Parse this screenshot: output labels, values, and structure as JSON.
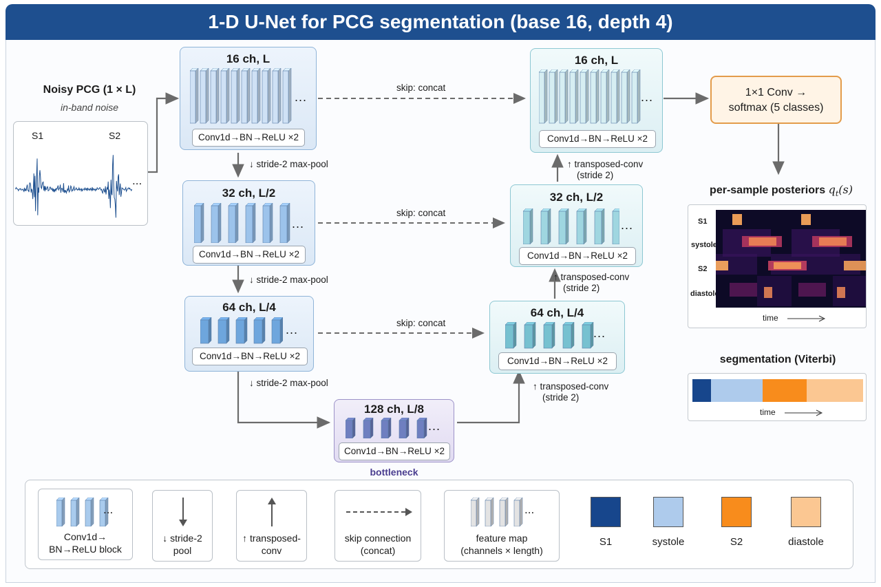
{
  "title": "1-D U-Net for PCG segmentation (base 16, depth 4)",
  "input": {
    "title": "Noisy PCG  (1 × L)",
    "subtitle": "in-band noise",
    "s1": "S1",
    "s2": "S2",
    "dots": "..."
  },
  "encoder": [
    {
      "title": "16 ch, L",
      "ops": "Conv1d→BN→ReLU ×2"
    },
    {
      "title": "32 ch, L/2",
      "ops": "Conv1d→BN→ReLU ×2"
    },
    {
      "title": "64 ch, L/4",
      "ops": "Conv1d→BN→ReLU ×2"
    }
  ],
  "bottleneck": {
    "title": "128 ch, L/8",
    "ops": "Conv1d→BN→ReLU ×2",
    "caption": "bottleneck"
  },
  "decoder": [
    {
      "title": "16 ch, L",
      "ops": "Conv1d→BN→ReLU ×2"
    },
    {
      "title": "32 ch, L/2",
      "ops": "Conv1d→BN→ReLU ×2"
    },
    {
      "title": "64 ch, L/4",
      "ops": "Conv1d→BN→ReLU ×2"
    }
  ],
  "dots": "...",
  "pool_label": "↓ stride-2 max-pool",
  "skip_label": "skip: concat",
  "up_label_1": "↑ transposed-conv",
  "up_label_2": "(stride 2)",
  "output_box": {
    "line1": "1×1 Conv →",
    "line2": "softmax (5 classes)"
  },
  "posteriors": {
    "title": "per-sample posteriors",
    "math": "q",
    "math_sub": "t",
    "math_arg": "(s)",
    "rows": [
      "S1",
      "systole",
      "S2",
      "diastole"
    ],
    "xlabel": "time"
  },
  "segmentation": {
    "title": "segmentation (Viterbi)",
    "xlabel": "time",
    "segments": [
      {
        "state": "S1",
        "fraction": 0.11,
        "color": "#17468c"
      },
      {
        "state": "systole",
        "fraction": 0.3,
        "color": "#aecbec"
      },
      {
        "state": "S2",
        "fraction": 0.26,
        "color": "#f88c1c"
      },
      {
        "state": "diastole",
        "fraction": 0.33,
        "color": "#fbc792"
      }
    ]
  },
  "legend": {
    "block": {
      "line1": "Conv1d→",
      "line2": "BN→ReLU block"
    },
    "pool": {
      "line1": "↓ stride-2",
      "line2": "pool"
    },
    "up": {
      "line1": "↑ transposed-",
      "line2": "conv"
    },
    "skip": {
      "line1": "skip connection",
      "line2": "(concat)"
    },
    "fmap": {
      "line1": "feature map",
      "line2": "(channels × length)"
    },
    "swatches": [
      {
        "label": "S1",
        "color": "#17468c"
      },
      {
        "label": "systole",
        "color": "#aecbec"
      },
      {
        "label": "S2",
        "color": "#f88c1c"
      },
      {
        "label": "diastole",
        "color": "#fbc792"
      }
    ]
  },
  "colors": {
    "header": "#1e4f8f",
    "arrow": "#6b6b6b",
    "encoder_bar": "#6ea6dd",
    "decoder_bar": "#86c9d6",
    "bottleneck_bar": "#6f7fc0"
  }
}
